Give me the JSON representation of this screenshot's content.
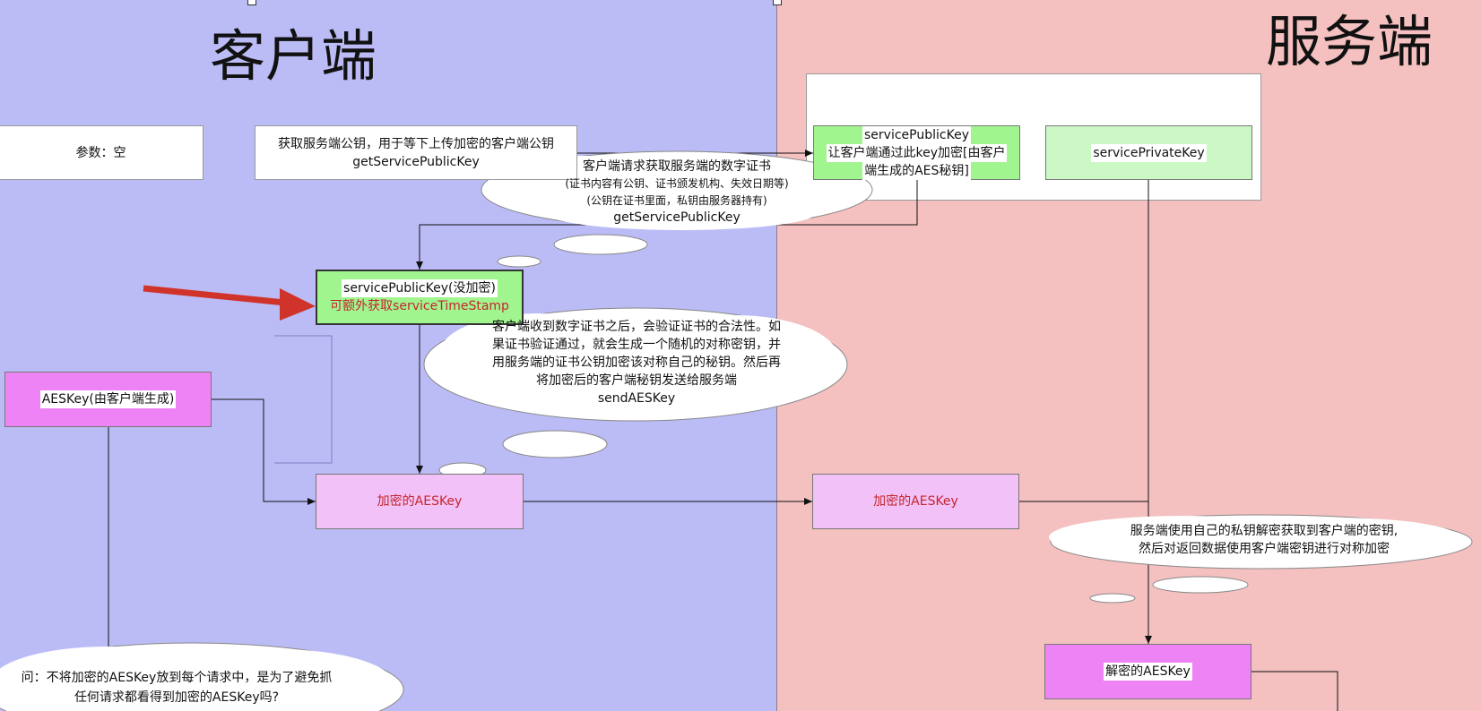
{
  "lanes": {
    "client_title": "客户端",
    "server_title": "服务端",
    "client_color": "#bbbcf6",
    "server_color": "#f4c0c0"
  },
  "boxes": {
    "params": "参数：空",
    "get_key_line1": "获取服务端公钥，用于等下上传加密的客户端公钥",
    "get_key_line2": "getServicePublicKey",
    "server_pub_line1": "servicePublicKey",
    "server_pub_line2": "让客户端通过此key加密[由客户",
    "server_pub_line3": "端生成的AES秘钥]",
    "server_priv": "servicePrivateKey",
    "client_pub_line1": "servicePublicKey(没加密)",
    "client_pub_line2": "可额外获取serviceTimeStamp",
    "aes_client": "AESKey(由客户端生成)",
    "enc_aes_client": "加密的AESKey",
    "enc_aes_server": "加密的AESKey",
    "dec_aes": "解密的AESKey"
  },
  "clouds": {
    "cert": {
      "line1": "客户端请求获取服务端的数字证书",
      "line2": "(证书内容有公钥、证书颁发机构、失效日期等)",
      "line3": "(公钥在证书里面，私钥由服务器持有)",
      "line4": "getServicePublicKey"
    },
    "verify": {
      "line1": "客户端收到数字证书之后，会验证证书的合法性。如",
      "line2": "果证书验证通过，就会生成一个随机的对称密钥，并",
      "line3": "用服务端的证书公钥加密该对称自己的秘钥。然后再",
      "line4": "将加密后的客户端秘钥发送给服务端",
      "line5": "sendAESKey"
    },
    "decrypt": {
      "line1": "服务端使用自己的私钥解密获取到客户端的密钥,",
      "line2": "然后对返回数据使用客户端密钥进行对称加密"
    },
    "question": {
      "line1": "问：不将加密的AESKey放到每个请求中，是为了避免抓",
      "line2": "任何请求都看得到加密的AESKey吗?"
    }
  },
  "colors": {
    "green": "#a1f58f",
    "light_green": "#ccf8c6",
    "magenta": "#ee83f5",
    "light_magenta": "#f2c1f7",
    "arrow_red": "#d0332a",
    "accent_text": "#c4262e"
  }
}
